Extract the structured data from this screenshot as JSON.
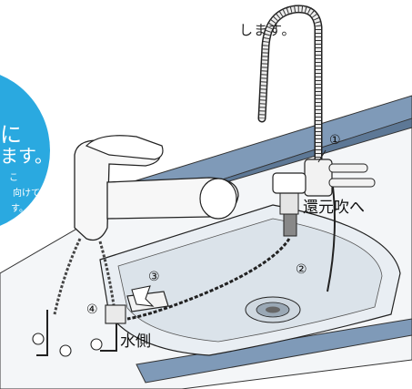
{
  "instruction_tail": "します。",
  "callout": {
    "line1": "に",
    "line2": "ます。",
    "line3": "こ",
    "line4": "向けて",
    "line5": "す。",
    "color": "#2aa9e0"
  },
  "labels": {
    "marker_1": "①",
    "marker_2": "②",
    "marker_3": "③",
    "marker_4": "④",
    "to_return_outlet": "還元吹へ",
    "water_side": "水側"
  },
  "colors": {
    "counter": "#7f9ab8",
    "counter_dark": "#5d7896",
    "sink": "#e9eef3",
    "line": "#222222"
  }
}
